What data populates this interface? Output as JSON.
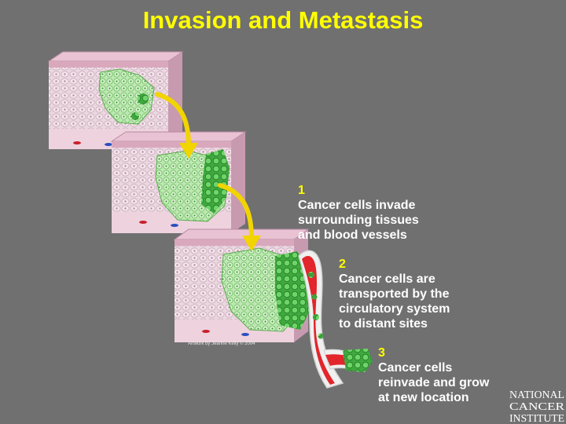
{
  "title": "Invasion and Metastasis",
  "steps": [
    {
      "number": "1",
      "lines": [
        "Cancer cells invade",
        "surrounding tissues",
        "and blood vessels"
      ]
    },
    {
      "number": "2",
      "lines": [
        "Cancer cells are",
        "transported by the",
        "circulatory system",
        "to distant sites"
      ]
    },
    {
      "number": "3",
      "lines": [
        "Cancer cells",
        "reinvade and grow",
        "at new location"
      ]
    }
  ],
  "credit": "Artwork by Jeanne Kelly © 2004",
  "logo": {
    "lines": [
      "NATIONAL",
      "CANCER",
      "INSTITUTE"
    ]
  },
  "colors": {
    "background": "#707070",
    "title": "#ffff00",
    "step_number": "#ffff00",
    "step_text": "#ffffff",
    "arrow": "#f2d400",
    "tumor_cells": "#5ec25e",
    "vessel": "#e83a3a",
    "tissue": "#e0b8cc"
  }
}
